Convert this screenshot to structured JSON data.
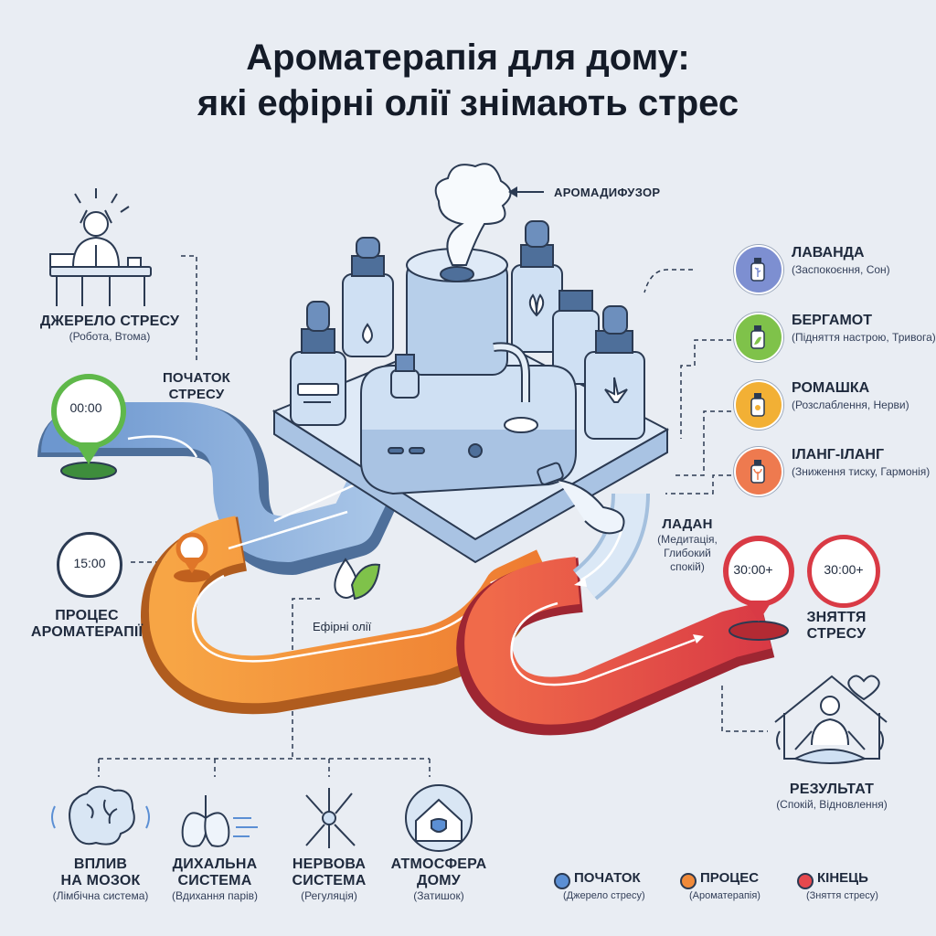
{
  "title": {
    "line1": "Ароматерапія для дому:",
    "line2": "які ефірні олії знімають стрес"
  },
  "diffuser_label": "АРОМАДИФУЗОР",
  "oils_label": "Ефірні олії",
  "stress_source": {
    "title": "ДЖЕРЕЛО СТРЕСУ",
    "subtitle": "(Робота, Втома)"
  },
  "start_label": {
    "line1": "ПОЧАТОК",
    "line2": "СТРЕСУ"
  },
  "process_label": {
    "line1": "ПРОЦЕС",
    "line2": "АРОМАТЕРАПІЇ"
  },
  "relief_label": {
    "line1": "ЗНЯТТЯ",
    "line2": "СТРЕСУ"
  },
  "result": {
    "title": "РЕЗУЛЬТАТ",
    "subtitle": "(Спокій, Відновлення)"
  },
  "timers": {
    "start": "00:00",
    "process": "15:00",
    "end_pin": "30:00+",
    "end_clock": "30:00+"
  },
  "oils": [
    {
      "name": "ЛАВАНДА",
      "desc": "(Заспокоєння, Сон)",
      "color": "#7d8fd1"
    },
    {
      "name": "БЕРГАМОТ",
      "desc": "(Підняття настрою, Тривога)",
      "color": "#7fc24a"
    },
    {
      "name": "РОМАШКА",
      "desc": "(Розслаблення, Нерви)",
      "color": "#f2b035"
    },
    {
      "name": "ІЛАНГ-ІЛАНГ",
      "desc": "(Зниження тиску, Гармонія)",
      "color": "#ee7a4f"
    }
  ],
  "ladan": {
    "name": "ЛАДАН",
    "desc1": "(Медитація,",
    "desc2": "Глибокий",
    "desc3": "спокій)"
  },
  "effects": [
    {
      "title1": "ВПЛИВ",
      "title2": "НА МОЗОК",
      "sub": "(Лімбічна система)",
      "icon": "brain-icon"
    },
    {
      "title1": "ДИХАЛЬНА",
      "title2": "СИСТЕМА",
      "sub": "(Вдихання парів)",
      "icon": "lungs-icon"
    },
    {
      "title1": "НЕРВОВА",
      "title2": "СИСТЕМА",
      "sub": "(Регуляція)",
      "icon": "neuron-icon"
    },
    {
      "title1": "АТМОСФЕРА",
      "title2": "ДОМУ",
      "sub": "(Затишок)",
      "icon": "house-shield-icon"
    }
  ],
  "legend": [
    {
      "name": "ПОЧАТОК",
      "sub": "(Джерело стресу)",
      "color": "#5b8fd4"
    },
    {
      "name": "ПРОЦЕС",
      "sub": "(Ароматерапія)",
      "color": "#f08a3a"
    },
    {
      "name": "КІНЕЦЬ",
      "sub": "(Зняття стресу)",
      "color": "#e5484d"
    }
  ],
  "colors": {
    "blue_path": "#7fa6d6",
    "orange_path": "#f2913b",
    "red_path": "#e4484e",
    "device": "#cfe0f3"
  }
}
